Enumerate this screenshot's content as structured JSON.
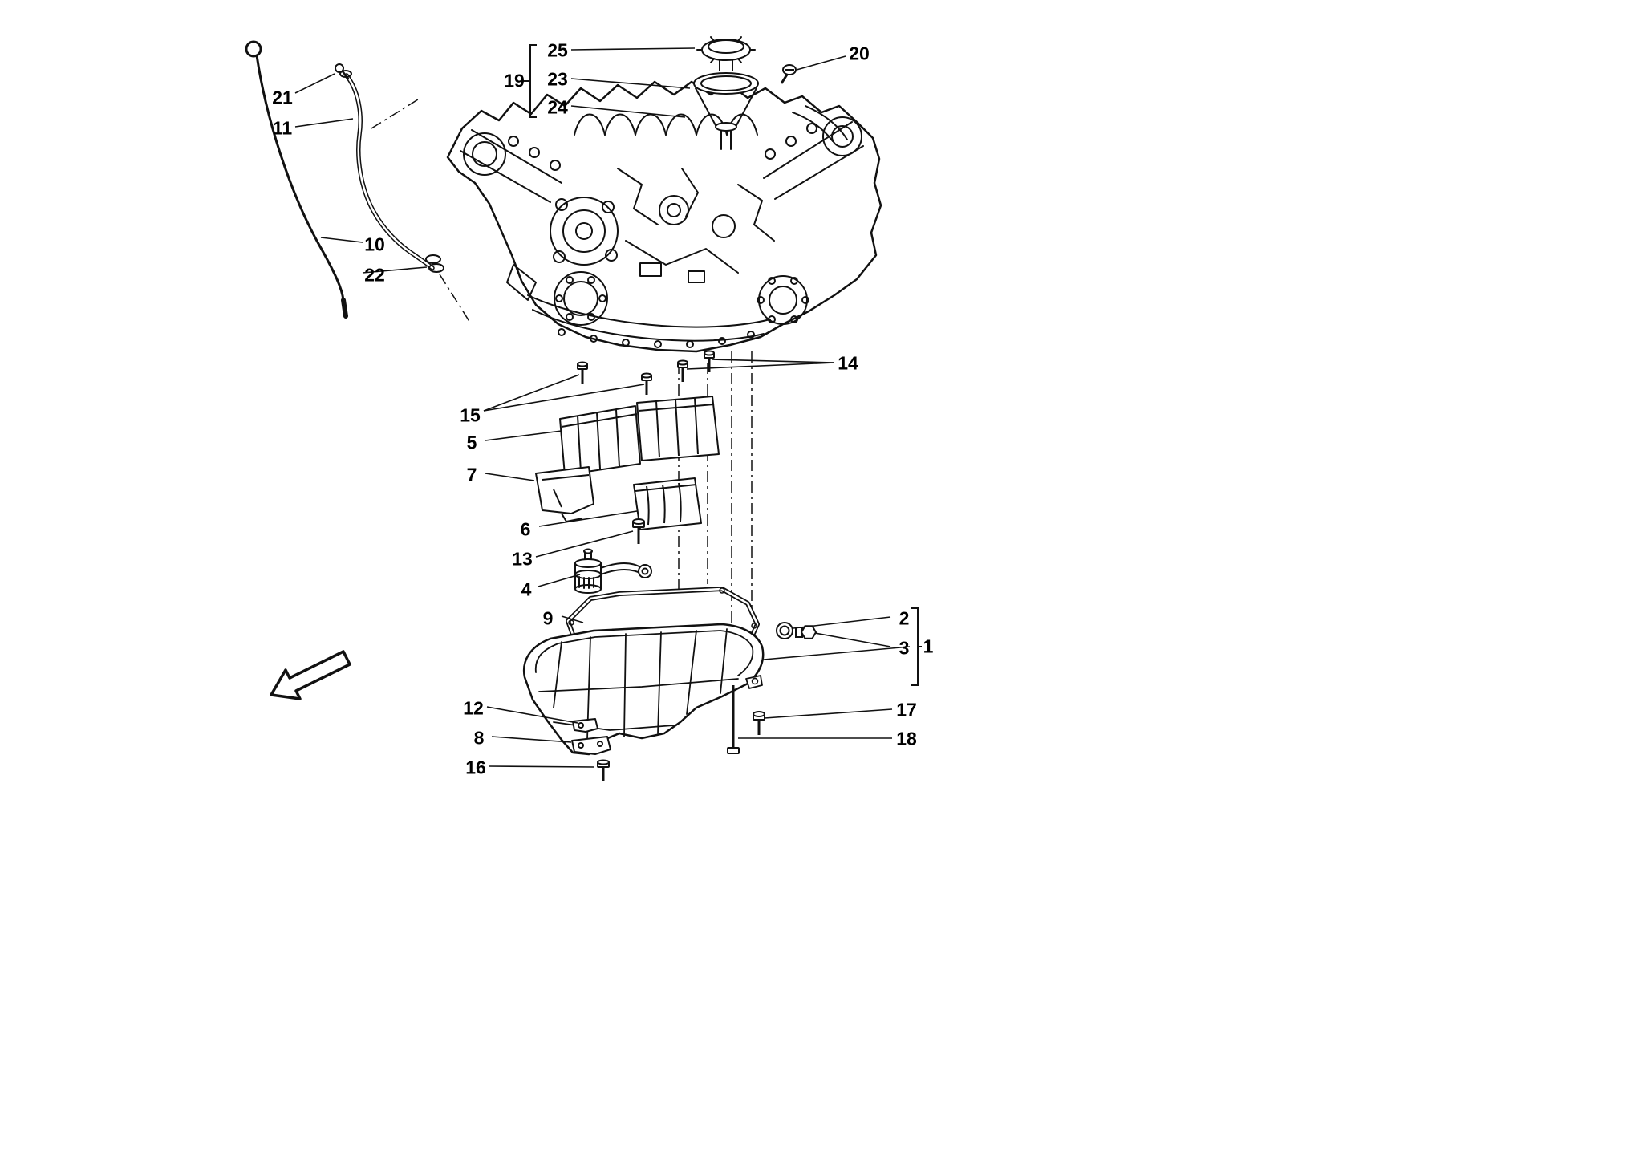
{
  "colors": {
    "ink": "#111111",
    "background": "#ffffff"
  },
  "icons": {
    "direction_arrow": "southwest-outline-arrow"
  },
  "callouts": {
    "c1": {
      "label": "1"
    },
    "c2": {
      "label": "2"
    },
    "c3": {
      "label": "3"
    },
    "c4": {
      "label": "4"
    },
    "c5": {
      "label": "5"
    },
    "c6": {
      "label": "6"
    },
    "c7": {
      "label": "7"
    },
    "c8": {
      "label": "8"
    },
    "c9": {
      "label": "9"
    },
    "c10": {
      "label": "10"
    },
    "c11": {
      "label": "11"
    },
    "c12": {
      "label": "12"
    },
    "c13": {
      "label": "13"
    },
    "c14": {
      "label": "14"
    },
    "c15": {
      "label": "15"
    },
    "c16": {
      "label": "16"
    },
    "c17": {
      "label": "17"
    },
    "c18": {
      "label": "18"
    },
    "c19": {
      "label": "19"
    },
    "c20": {
      "label": "20"
    },
    "c21": {
      "label": "21"
    },
    "c22": {
      "label": "22"
    },
    "c23": {
      "label": "23"
    },
    "c24": {
      "label": "24"
    },
    "c25": {
      "label": "25"
    }
  }
}
